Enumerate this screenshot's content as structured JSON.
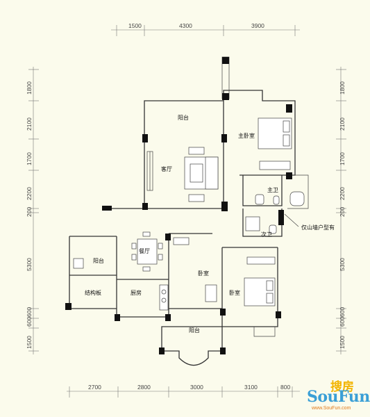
{
  "dimensions": {
    "top": [
      "1500",
      "4300",
      "3900"
    ],
    "bottom": [
      "2700",
      "2800",
      "3000",
      "3100",
      "800"
    ],
    "left": [
      "1800",
      "2100",
      "1700",
      "2200",
      "200",
      "5300",
      "600",
      "600",
      "1500"
    ],
    "right": [
      "1800",
      "2100",
      "1700",
      "2200",
      "200",
      "5300",
      "600",
      "600",
      "1500"
    ]
  },
  "rooms": {
    "balcony_top": "阳台",
    "master_bedroom": "主卧室",
    "living_room": "客厅",
    "master_bath": "主卫",
    "secondary_bath": "次卫",
    "balcony_left": "阳台",
    "dining_room": "餐厅",
    "bedroom_mid": "卧室",
    "bedroom_right": "卧室",
    "structural_slab": "结构板",
    "kitchen": "厨房",
    "balcony_bottom": "阳台"
  },
  "note": "仅山墙户型有",
  "logo": {
    "chinese": "搜房",
    "english": "SouFun",
    "url": "www.SouFun.com"
  }
}
